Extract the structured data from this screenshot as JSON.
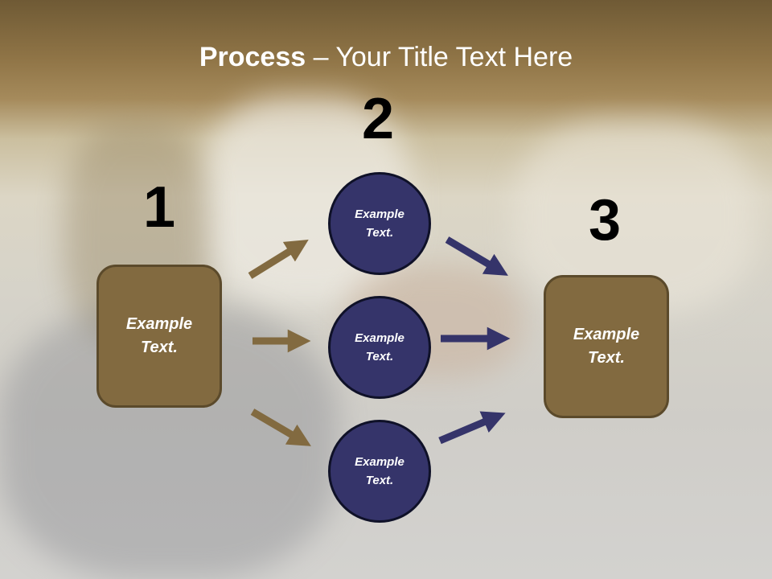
{
  "title": {
    "bold": "Process",
    "rest": " – Your Title Text Here"
  },
  "steps": [
    {
      "number": "1",
      "line1": "Example",
      "line2": "Text."
    },
    {
      "number": "2",
      "line1": "Example",
      "line2": "Text."
    },
    {
      "number": "3",
      "line1": "Example",
      "line2": "Text."
    }
  ],
  "circles": [
    {
      "line1": "Example",
      "line2": "Text."
    },
    {
      "line1": "Example",
      "line2": "Text."
    },
    {
      "line1": "Example",
      "line2": "Text."
    }
  ],
  "colors": {
    "brown": "#826a40",
    "navy": "#35346a"
  }
}
